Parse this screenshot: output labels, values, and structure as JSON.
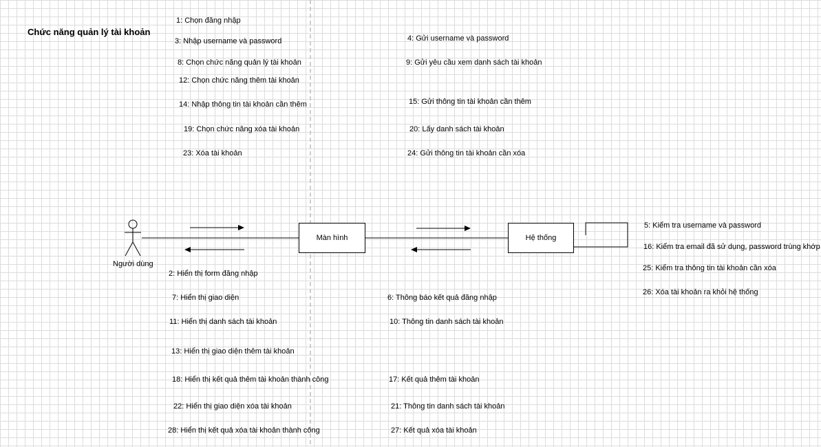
{
  "diagram": {
    "title": "Chức năng quản lý tài khoản",
    "actor": {
      "name": "Người dùng",
      "icon": "stick-figure-icon"
    },
    "objects": {
      "screen": "Màn hình",
      "system": "Hệ thống"
    },
    "messages_top_left": [
      "1: Chọn đăng nhập",
      "3: Nhập username và password",
      "8: Chọn chức năng quản lý  tài khoản",
      "12: Chọn chức năng thêm  tài khoản",
      "14: Nhập thông tin tài khoản cần thêm",
      "19: Chọn chức năng xóa tài khoản",
      "23: Xóa tài khoản"
    ],
    "messages_top_right": [
      "4: Gửi username và password",
      "9: Gửi yêu cầu xem danh sách tài khoản",
      "15: Gửi thông tin tài khoản cần thêm",
      "20: Lấy danh sách tài khoản",
      "24: Gửi thông tin tài khoản cần xóa"
    ],
    "messages_self": [
      "5: Kiểm tra username và password",
      "16: Kiểm tra email đã sử dụng, password trùng khớp",
      "25: Kiểm tra thông tin tài khoản cần xóa",
      "26: Xóa tài khoản ra khỏi hệ thống"
    ],
    "messages_bottom_left": [
      "2: Hiển thị form đăng nhập",
      "7: Hiển thị giao diện",
      "11: Hiển thị danh sách tài khoản",
      "13: Hiển thị giao diện thêm tài khoản",
      "18: Hiển thị kết quả thêm tài khoản thành công",
      "22: Hiển thị giao diện xóa tài khoản",
      "28: Hiển thị kết quả xóa tài khoản thành công"
    ],
    "messages_bottom_right": [
      "6: Thông báo kết quả đăng nhập",
      "10: Thông tin danh sách tài khoản",
      "17: Kết quả thêm tài khoản",
      "21: Thông tin danh sách tài khoản",
      "27: Kết quả xóa tài khoản"
    ]
  }
}
